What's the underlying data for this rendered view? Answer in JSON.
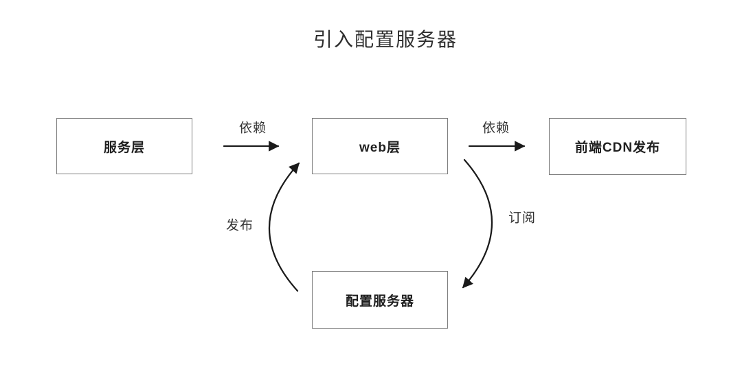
{
  "title": "引入配置服务器",
  "colors": {
    "background": "#ffffff",
    "box_border": "#7d7d7d",
    "box_fill": "#ffffff",
    "box_text": "#1f1f1f",
    "arrow": "#1a1a1a",
    "edge_label_text": "#333333",
    "title_text": "#2e2e2e"
  },
  "diagram": {
    "nodes": [
      {
        "id": "service-layer",
        "label": "服务层"
      },
      {
        "id": "web-layer",
        "label": "web层"
      },
      {
        "id": "cdn-publish",
        "label": "前端CDN发布"
      },
      {
        "id": "config-server",
        "label": "配置服务器"
      }
    ],
    "edges": [
      {
        "id": "dependency-1",
        "label": "依赖",
        "from": "service-layer",
        "to": "web-layer",
        "style": "straight"
      },
      {
        "id": "dependency-2",
        "label": "依赖",
        "from": "web-layer",
        "to": "cdn-publish",
        "style": "straight"
      },
      {
        "id": "publish",
        "label": "发布",
        "from": "config-server",
        "to": "web-layer",
        "style": "curved-left"
      },
      {
        "id": "subscribe",
        "label": "订阅",
        "from": "web-layer",
        "to": "config-server",
        "style": "curved-right"
      }
    ]
  }
}
